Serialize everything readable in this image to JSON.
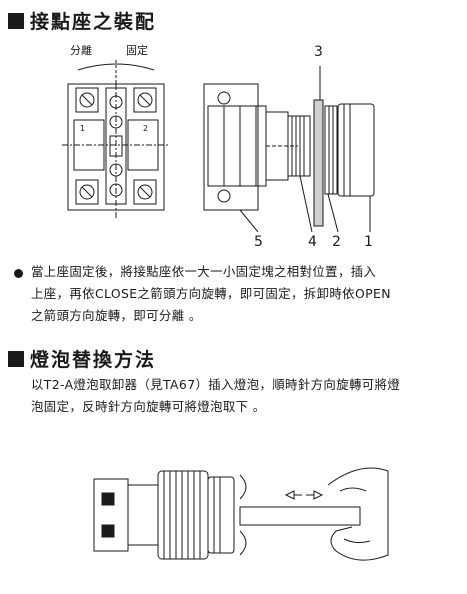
{
  "section1": {
    "title": "接點座之裝配",
    "diagram_labels": {
      "separate": "分離",
      "fixed": "固定"
    },
    "callouts": {
      "c1": "1",
      "c2": "2",
      "c3": "3",
      "c4": "4",
      "c5": "5"
    },
    "contact_labels": {
      "left": "1",
      "right": "2"
    },
    "instruction_line1": "當上座固定後，將接點座依一大一小固定塊之相對位置，插入",
    "instruction_line2": "上座，再依CLOSE之箭頭方向旋轉，即可固定，拆卸時依OPEN",
    "instruction_line3": "之箭頭方向旋轉，即可分離 。"
  },
  "section2": {
    "title": "燈泡替換方法",
    "text_line1": "以T2-A燈泡取卸器（見TA67）插入燈泡，順時針方向旋轉可將燈",
    "text_line2": "泡固定，反時針方向旋轉可將燈泡取下 。"
  }
}
